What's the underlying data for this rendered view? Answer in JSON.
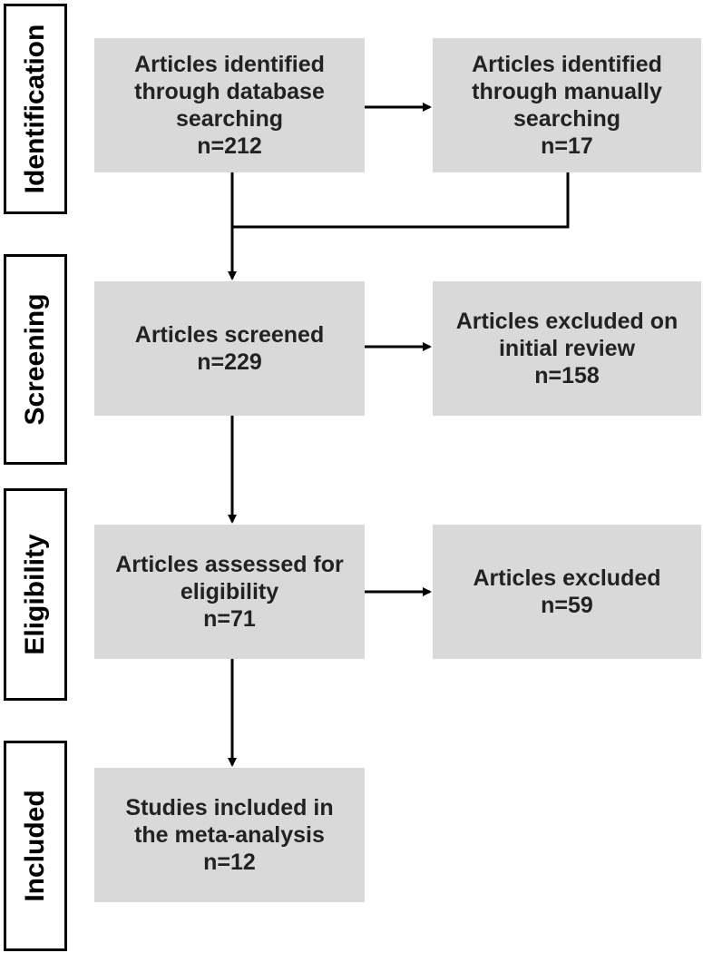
{
  "stages": {
    "identification": "Identification",
    "screening": "Screening",
    "eligibility": "Eligibility",
    "included": "Included"
  },
  "boxes": {
    "database_search": {
      "lines": [
        "Articles identified",
        "through database",
        "searching",
        "n=212"
      ]
    },
    "manual_search": {
      "lines": [
        "Articles identified",
        "through manually",
        "searching",
        "n=17"
      ]
    },
    "screened": {
      "lines": [
        "Articles screened",
        "n=229"
      ]
    },
    "excluded_initial": {
      "lines": [
        "Articles excluded on",
        "initial review",
        "n=158"
      ]
    },
    "eligibility": {
      "lines": [
        "Articles assessed for",
        "eligibility",
        "n=71"
      ]
    },
    "excluded": {
      "lines": [
        "Articles excluded",
        "n=59"
      ]
    },
    "included": {
      "lines": [
        "Studies included in",
        "the meta-analysis",
        "n=12"
      ]
    }
  },
  "colors": {
    "box_fill": "#d9d9d9",
    "line": "#000000",
    "text": "#222222"
  }
}
